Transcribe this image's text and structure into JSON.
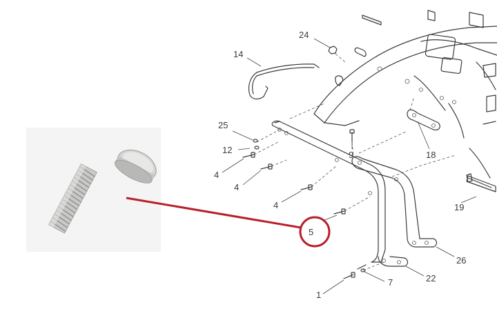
{
  "callouts": [
    {
      "id": "24",
      "text": "24"
    },
    {
      "id": "14",
      "text": "14"
    },
    {
      "id": "25",
      "text": "25"
    },
    {
      "id": "12",
      "text": "12"
    },
    {
      "id": "9",
      "text": "9"
    },
    {
      "id": "18",
      "text": "18"
    },
    {
      "id": "4a",
      "text": "4"
    },
    {
      "id": "4b",
      "text": "4"
    },
    {
      "id": "4c",
      "text": "4"
    },
    {
      "id": "5",
      "text": "5"
    },
    {
      "id": "19",
      "text": "19"
    },
    {
      "id": "26",
      "text": "26"
    },
    {
      "id": "22",
      "text": "22"
    },
    {
      "id": "7",
      "text": "7"
    },
    {
      "id": "1",
      "text": "1"
    }
  ],
  "highlight": {
    "callout": "5",
    "color": "#b8202a"
  },
  "colors": {
    "line": "#3a3a3a",
    "photo_bg": "#f4f4f4",
    "highlight": "#b8202a"
  }
}
